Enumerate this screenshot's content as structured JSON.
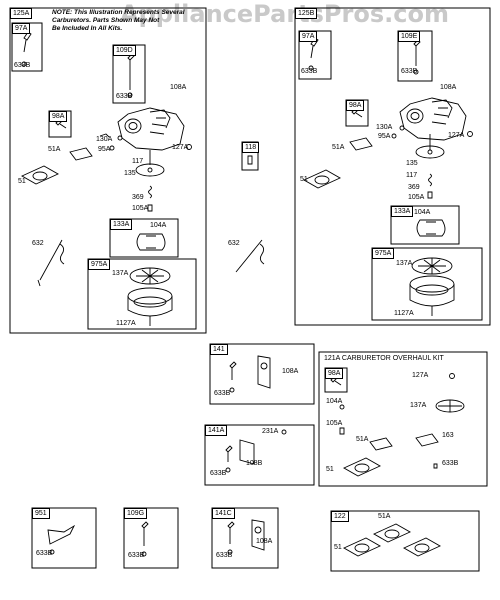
{
  "watermark": "AppliancePartsPros.com",
  "note": {
    "heading": "NOTE:",
    "lines": [
      "This Illustration Represents Several",
      "Carburetors. Parts Shown May Not",
      "Be Included In All Kits."
    ]
  },
  "groups": {
    "g125A_left": "125A",
    "g125B_right": "125B",
    "kit_title": "121A CARBURETOR OVERHAUL KIT"
  },
  "parts": {
    "p97A": "97A",
    "p633B": "633B",
    "p109D": "109D",
    "p108A": "108A",
    "p98A": "98A",
    "p130A": "130A",
    "p95A": "95A",
    "p127A": "127A",
    "p51A": "51A",
    "p51": "51",
    "p117": "117",
    "p135": "135",
    "p369": "369",
    "p105A": "105A",
    "p632": "632",
    "p133A": "133A",
    "p104A": "104A",
    "p975A": "975A",
    "p137A": "137A",
    "p1127A": "1127A",
    "p118": "118",
    "p109E": "109E",
    "p141": "141",
    "p141A": "141A",
    "p231A": "231A",
    "p108B": "108B",
    "p951": "951",
    "p109G": "109G",
    "p141C": "141C",
    "p122": "122",
    "p163": "163"
  }
}
